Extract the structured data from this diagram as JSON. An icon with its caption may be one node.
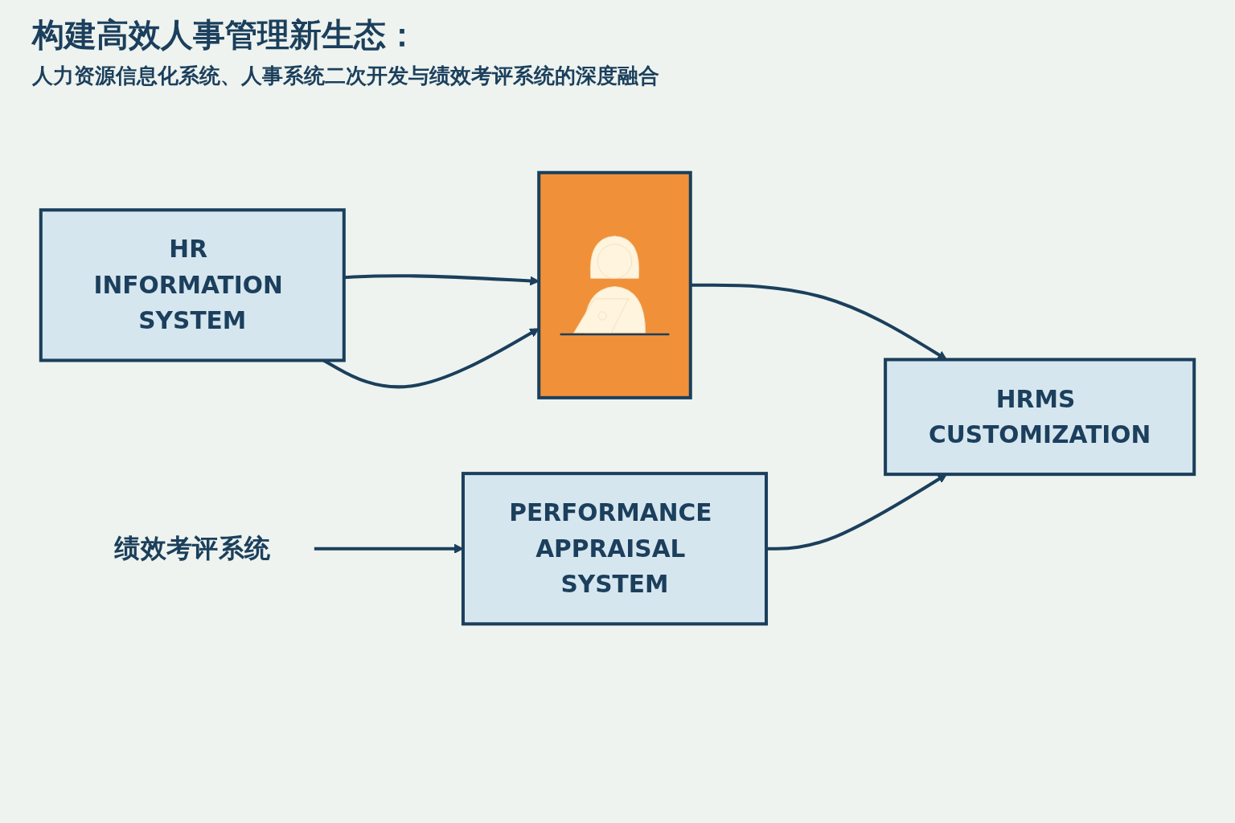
{
  "diagram": {
    "title": "构建高效人事管理新生态：",
    "nodes": [
      {
        "text": [
          "HR INFORMATION SYSTEM"
        ]
      },
      {
        "text": [],
        "shape": "picture"
      },
      {
        "text": [
          "HRMS CUSTOMIZATION"
        ]
      },
      {
        "text": [
          "绩效考评系统"
        ]
      },
      {
        "text": [
          "PERFORMANCE APPRAISAL SYSTEM"
        ]
      }
    ],
    "edges": [
      {
        "from": 0,
        "to": 1,
        "arrow": "to"
      },
      {
        "from": 1,
        "to": 2,
        "arrow": "to"
      },
      {
        "from": 0,
        "to": 1,
        "arrow": "to"
      },
      {
        "from": 3,
        "to": 4,
        "arrow": "to"
      },
      {
        "from": 4,
        "to": 2,
        "arrow": "to"
      }
    ],
    "labels": [
      "人力资源信息化系统、人事系统二次开发与绩效考评系统的深度融合"
    ]
  }
}
